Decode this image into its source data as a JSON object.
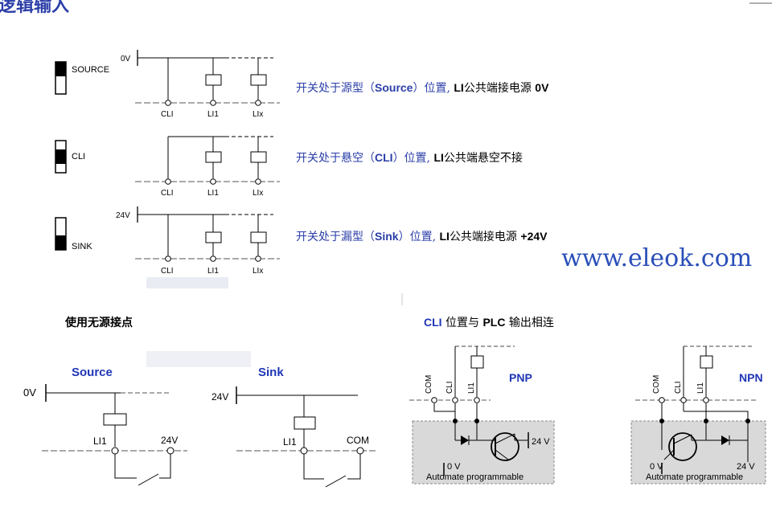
{
  "header": {
    "title": "逻辑输入"
  },
  "switch_states": [
    {
      "switch_label": "SOURCE",
      "supply_label": "0V",
      "desc_prefix": "开关处于源型（",
      "desc_bold": "Source",
      "desc_mid": "）位置,  ",
      "desc_bold2": "LI",
      "desc_suffix": "公共端接电源 ",
      "desc_bold3": "0V",
      "terminals": [
        "CLI",
        "LI1",
        "LIx"
      ]
    },
    {
      "switch_label": "CLI",
      "supply_label": "",
      "desc_prefix": "开关处于悬空（",
      "desc_bold": "CLI",
      "desc_mid": "）位置, ",
      "desc_bold2": "LI",
      "desc_suffix": "公共端悬空不接",
      "desc_bold3": "",
      "terminals": [
        "CLI",
        "LI1",
        "LIx"
      ]
    },
    {
      "switch_label": "SINK",
      "supply_label": "24V",
      "desc_prefix": "开关处于漏型（",
      "desc_bold": "Sink",
      "desc_mid": "）位置, ",
      "desc_bold2": "LI",
      "desc_suffix": "公共端接电源 ",
      "desc_bold3": "+24V",
      "terminals": [
        "CLI",
        "LI1",
        "LIx"
      ]
    }
  ],
  "watermark": "www.eleok.com",
  "passive_contacts": {
    "title": "使用无源接点",
    "source": {
      "title": "Source",
      "supply": "0V",
      "input": "LI1",
      "other": "24V"
    },
    "sink": {
      "title": "Sink",
      "supply": "24V",
      "input": "LI1",
      "other": "COM"
    }
  },
  "plc_output": {
    "title_bold1": "CLI",
    "title_mid": " 位置与 ",
    "title_bold2": "PLC",
    "title_suffix": " 输出相连",
    "pnp": {
      "label": "PNP",
      "terminals": [
        "COM",
        "CLI",
        "LI1"
      ],
      "v_right": "24 V",
      "v_left": "0 V",
      "box_caption": "Automate programmable"
    },
    "npn": {
      "label": "NPN",
      "terminals": [
        "COM",
        "CLI",
        "LI1"
      ],
      "v_left": "0 V",
      "v_right": "24 V",
      "box_caption": "Automate programmable"
    }
  },
  "colors": {
    "title_blue": "#2b3ea8",
    "label_blue": "#1f36b5",
    "desc_blue": "#2b3ea8",
    "watermark_blue": "#2a4fb8",
    "plc_box": "#d9d9d9"
  }
}
